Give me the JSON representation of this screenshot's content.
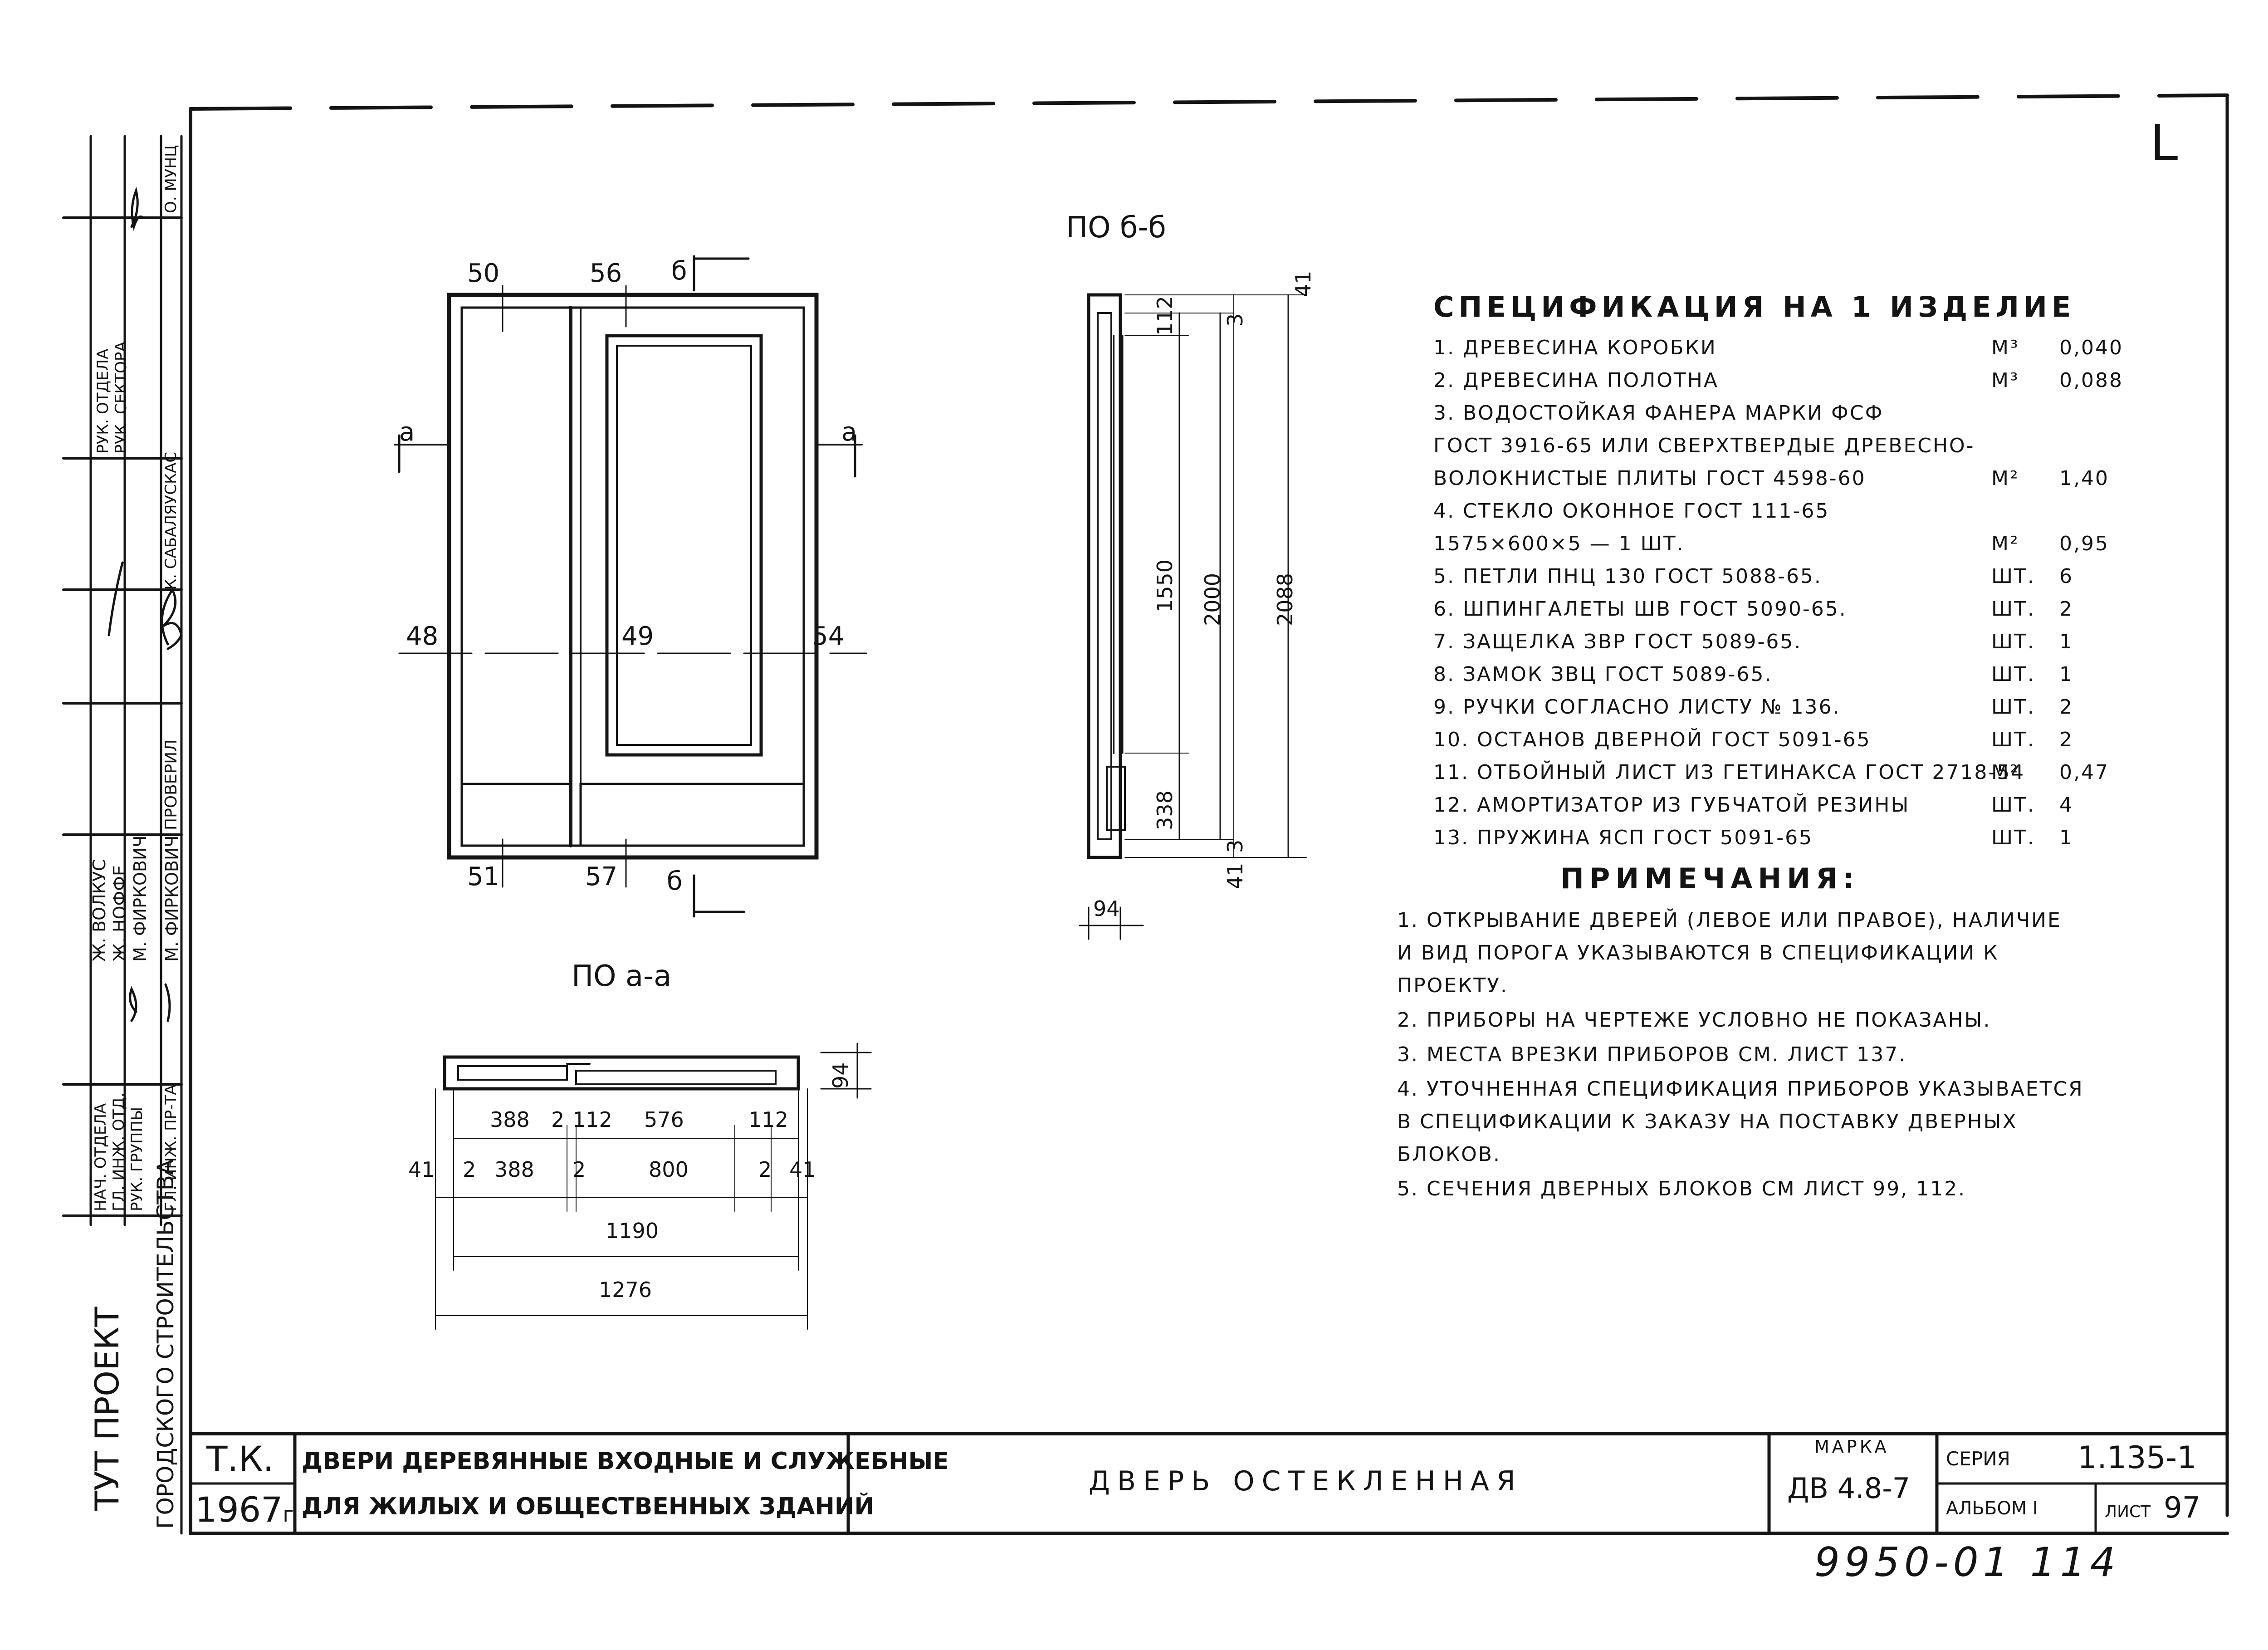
{
  "corner_mark": "L",
  "views": {
    "section_b": "ПО б-б",
    "section_a": "ПО а-а",
    "front_dims": {
      "top_left": "50",
      "top_mid": "56",
      "cut_b_top": "б",
      "left_mid": "48",
      "center": "49",
      "right_mid": "54",
      "bot_left": "51",
      "bot_mid": "57",
      "cut_b_bot": "б",
      "cut_a_left": "а",
      "cut_a_right": "а"
    },
    "side_dims": {
      "d41_top": "41",
      "d112": "112",
      "d3_top": "3",
      "d1550": "1550",
      "d2000": "2000",
      "d2088": "2088",
      "d338": "338",
      "d3_bot": "3",
      "d41_bot": "41",
      "d94": "94"
    },
    "plan_dims": {
      "d94": "94",
      "r1": [
        "388",
        "2",
        "112",
        "576",
        "112"
      ],
      "r2": [
        "41",
        "2",
        "388",
        "2",
        "800",
        "2",
        "41"
      ],
      "overall_inner": "1190",
      "overall_outer": "1276"
    }
  },
  "specification": {
    "title": "СПЕЦИФИКАЦИЯ НА 1 ИЗДЕЛИЕ",
    "rows": [
      {
        "text": "1. ДРЕВЕСИНА КОРОБКИ",
        "unit": "М³",
        "qty": "0,040"
      },
      {
        "text": "2. ДРЕВЕСИНА ПОЛОТНА",
        "unit": "М³",
        "qty": "0,088"
      },
      {
        "text": "3. ВОДОСТОЙКАЯ ФАНЕРА МАРКИ ФСФ",
        "unit": "",
        "qty": ""
      },
      {
        "text": "   ГОСТ 3916-65 ИЛИ СВЕРХТВЕРДЫЕ ДРЕВЕСНО-",
        "unit": "",
        "qty": ""
      },
      {
        "text": "   ВОЛОКНИСТЫЕ ПЛИТЫ ГОСТ 4598-60",
        "unit": "М²",
        "qty": "1,40"
      },
      {
        "text": "4. СТЕКЛО ОКОННОЕ ГОСТ 111-65",
        "unit": "",
        "qty": ""
      },
      {
        "text": "   1575×600×5 — 1 ШТ.",
        "unit": "М²",
        "qty": "0,95"
      },
      {
        "text": "5. ПЕТЛИ ПНЦ 130 ГОСТ 5088-65.",
        "unit": "ШТ.",
        "qty": "6"
      },
      {
        "text": "6. ШПИНГАЛЕТЫ ШВ ГОСТ 5090-65.",
        "unit": "ШТ.",
        "qty": "2"
      },
      {
        "text": "7. ЗАЩЕЛКА ЗВР ГОСТ 5089-65.",
        "unit": "ШТ.",
        "qty": "1"
      },
      {
        "text": "8. ЗАМОК ЗВЦ ГОСТ 5089-65.",
        "unit": "ШТ.",
        "qty": "1"
      },
      {
        "text": "9. РУЧКИ СОГЛАСНО ЛИСТУ № 136.",
        "unit": "ШТ.",
        "qty": "2"
      },
      {
        "text": "10. ОСТАНОВ ДВЕРНОЙ ГОСТ 5091-65",
        "unit": "ШТ.",
        "qty": "2"
      },
      {
        "text": "11. ОТБОЙНЫЙ ЛИСТ ИЗ ГЕТИНАКСА ГОСТ 2718-54",
        "unit": "М²",
        "qty": "0,47"
      },
      {
        "text": "12. АМОРТИЗАТОР ИЗ ГУБЧАТОЙ РЕЗИНЫ",
        "unit": "ШТ.",
        "qty": "4"
      },
      {
        "text": "13. ПРУЖИНА ЯСП ГОСТ 5091-65",
        "unit": "ШТ.",
        "qty": "1"
      }
    ]
  },
  "notes": {
    "title": "ПРИМЕЧАНИЯ:",
    "items": [
      "1. ОТКРЫВАНИЕ ДВЕРЕЙ (ЛЕВОЕ ИЛИ ПРАВОЕ), НАЛИЧИЕ\n   И ВИД ПОРОГА УКАЗЫВАЮТСЯ В СПЕЦИФИКАЦИИ К\n   ПРОЕКТУ.",
      "2. ПРИБОРЫ НА ЧЕРТЕЖЕ УСЛОВНО НЕ ПОКАЗАНЫ.",
      "3. МЕСТА ВРЕЗКИ ПРИБОРОВ СМ. ЛИСТ 137.",
      "4. УТОЧНЕННАЯ СПЕЦИФИКАЦИЯ ПРИБОРОВ УКАЗЫВАЕТСЯ\n   В СПЕЦИФИКАЦИИ К ЗАКАЗУ НА ПОСТАВКУ ДВЕРНЫХ\n   БЛОКОВ.",
      "5. СЕЧЕНИЯ ДВЕРНЫХ БЛОКОВ СМ ЛИСТ 99, 112."
    ]
  },
  "title_block": {
    "tk": "Т.К.",
    "year": "1967",
    "year_suffix": "г",
    "name_line1": "ДВЕРИ ДЕРЕВЯННЫЕ ВХОДНЫЕ И СЛУЖЕБНЫЕ",
    "name_line2": "ДЛЯ ЖИЛЫХ И ОБЩЕСТВЕННЫХ ЗДАНИЙ",
    "sheet_title": "ДВЕРЬ ОСТЕКЛЕННАЯ",
    "marka_label": "МАРКА",
    "marka_value": "ДВ 4.8-7",
    "seria_label": "СЕРИЯ",
    "seria_value": "1.135-1",
    "album_label": "АЛЬБОМ I",
    "list_label": "ЛИСТ",
    "list_value": "97",
    "archive_number": "9950-01 114"
  },
  "side_stamp": {
    "institute": "ТУТ ПРОЕКТ",
    "institute_sub": "ГОРОДСКОГО СТРОИТЕЛЬСТВА",
    "roles": [
      "НАЧ. ОТДЕЛА",
      "ГЛ. ИНЖ. ОТД.",
      "РУК. ГРУППЫ",
      "ГЛ. ИНЖ. ПР-ТА"
    ],
    "names": [
      "Ж. ВОЛКУС",
      "Ж. НОФФЕ",
      "М. ФИРКОВИЧ",
      "М. ФИРКОВИЧ"
    ],
    "check_label": "ПРОВЕРИЛ",
    "check_name": "К. САБАЛЯУСКАС",
    "rk_roles": [
      "РУК. ОТДЕЛА",
      "РУК. СЕКТОРА"
    ],
    "top_name": "О. МУНЦ"
  }
}
